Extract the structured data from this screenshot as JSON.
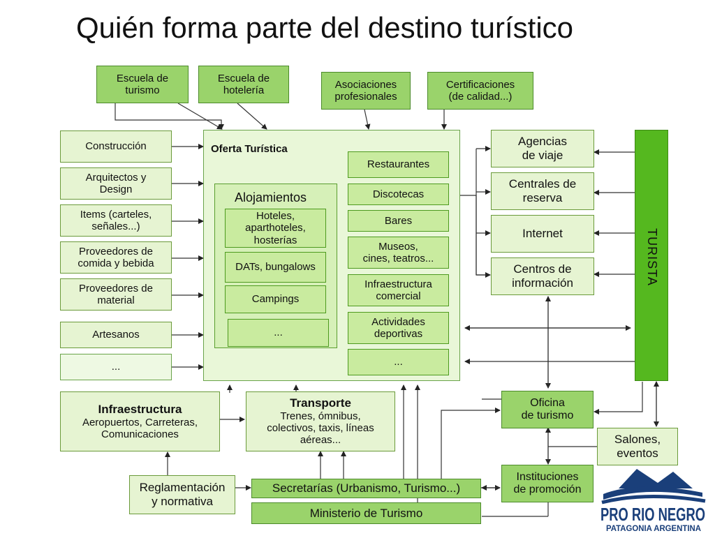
{
  "title": "Quién forma parte del destino turístico",
  "top_row": {
    "escuela_turismo": [
      "Escuela de",
      "turismo"
    ],
    "escuela_hoteleria": [
      "Escuela de",
      "hotelería"
    ],
    "asociaciones": [
      "Asociaciones",
      "profesionales"
    ],
    "certificaciones": [
      "Certificaciones",
      "(de calidad...)"
    ]
  },
  "left_column": {
    "construccion": [
      "Construcción"
    ],
    "arquitectos": [
      "Arquitectos y",
      "Design"
    ],
    "items": [
      "Items (carteles,",
      "señales...)"
    ],
    "proveedores_comida": [
      "Proveedores de",
      "comida y bebida"
    ],
    "proveedores_material": [
      "Proveedores de",
      "material"
    ],
    "artesanos": [
      "Artesanos"
    ],
    "mas": [
      "..."
    ]
  },
  "oferta": {
    "title": "Oferta Turística",
    "alojamientos": {
      "title": "Alojamientos",
      "hoteles": [
        "Hoteles,",
        "aparthoteles,",
        "hosterías"
      ],
      "dats": [
        "DATs, bungalows"
      ],
      "campings": [
        "Campings"
      ],
      "mas": [
        "..."
      ]
    },
    "restaurantes": [
      "Restaurantes"
    ],
    "discotecas": [
      "Discotecas"
    ],
    "bares": [
      "Bares"
    ],
    "museos": [
      "Museos,",
      "cines, teatros..."
    ],
    "infra_comercial": [
      "Infraestructura",
      "comercial"
    ],
    "actividades": [
      "Actividades",
      "deportivas"
    ],
    "mas": [
      "..."
    ]
  },
  "right_column": {
    "agencias": [
      "Agencias",
      "de viaje"
    ],
    "centrales": [
      "Centrales de",
      "reserva"
    ],
    "internet": [
      "Internet"
    ],
    "centros": [
      "Centros de",
      "información"
    ]
  },
  "turista": "TURISTA",
  "bottom": {
    "infraestructura": {
      "title": "Infraestructura",
      "lines": [
        "Aeropuertos, Carreteras,",
        "Comunicaciones"
      ]
    },
    "transporte": {
      "title": "Transporte",
      "lines": [
        "Trenes, ómnibus,",
        "colectivos, taxis, líneas",
        "aéreas..."
      ]
    },
    "reglamentacion": [
      "Reglamentación",
      "y normativa"
    ],
    "secretarias": [
      "Secretarías (Urbanismo, Turismo...)"
    ],
    "ministerio": [
      "Ministerio de Turismo"
    ],
    "oficina": [
      "Oficina",
      "de turismo"
    ],
    "salones": [
      "Salones,",
      "eventos"
    ],
    "instituciones": [
      "Instituciones",
      "de promoción"
    ]
  },
  "logo": {
    "line1": "PRO RIO NEGRO",
    "line2": "PATAGONIA ARGENTINA"
  },
  "colors": {
    "box_pale": "#e6f4d2",
    "box_mid": "#c9eb9f",
    "box_strong": "#9ad36b",
    "turista_bar": "#55b81f",
    "border": "#6a9a3a",
    "logo_blue": "#1a3f7a"
  }
}
